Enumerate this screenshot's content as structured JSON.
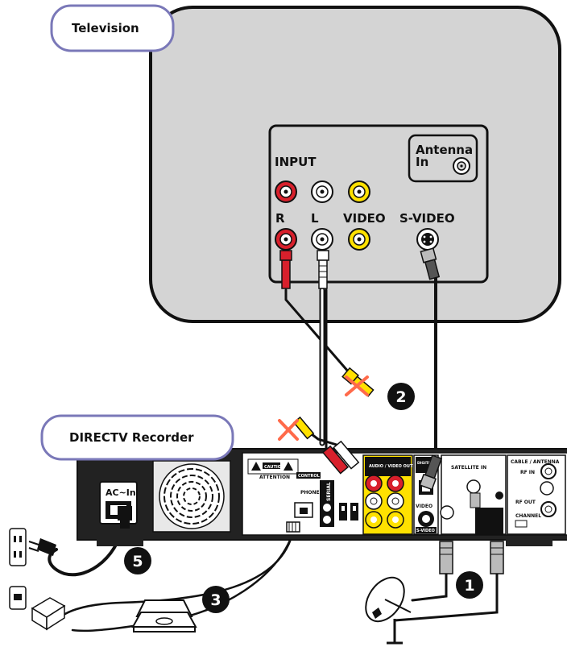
{
  "callouts": {
    "television": "Television",
    "recorder": "DIRECTV Recorder"
  },
  "tv_panel": {
    "input": "INPUT",
    "r": "R",
    "l": "L",
    "video": "VIDEO",
    "svideo": "S-VIDEO",
    "antenna_line1": "Antenna",
    "antenna_line2": "In"
  },
  "recorder_panel": {
    "ac_in": "AC~In",
    "caution": "CAUTION",
    "attention": "ATTENTION",
    "control_out": "CONTROL OUT",
    "phone_line": "PHONE LINE",
    "serial": "SERIAL",
    "av_output": "AUDIO / VIDEO OUTPUT",
    "digital_audio": "DIGITAL AUDIO",
    "video": "VIDEO",
    "svideo": "S-VIDEO",
    "satellite_in": "SATELLITE IN",
    "cable_antenna": "CABLE / ANTENNA",
    "rf_in": "RF IN",
    "rf_out": "RF OUT",
    "channel": "CHANNEL"
  },
  "steps": [
    "1",
    "2",
    "3",
    "5"
  ],
  "colors": {
    "tv_gray": "#d4d4d4",
    "red": "#d8202c",
    "yellow": "#ffe100",
    "callout_border": "#7a78b8",
    "x_mark": "#ff6a4a"
  }
}
